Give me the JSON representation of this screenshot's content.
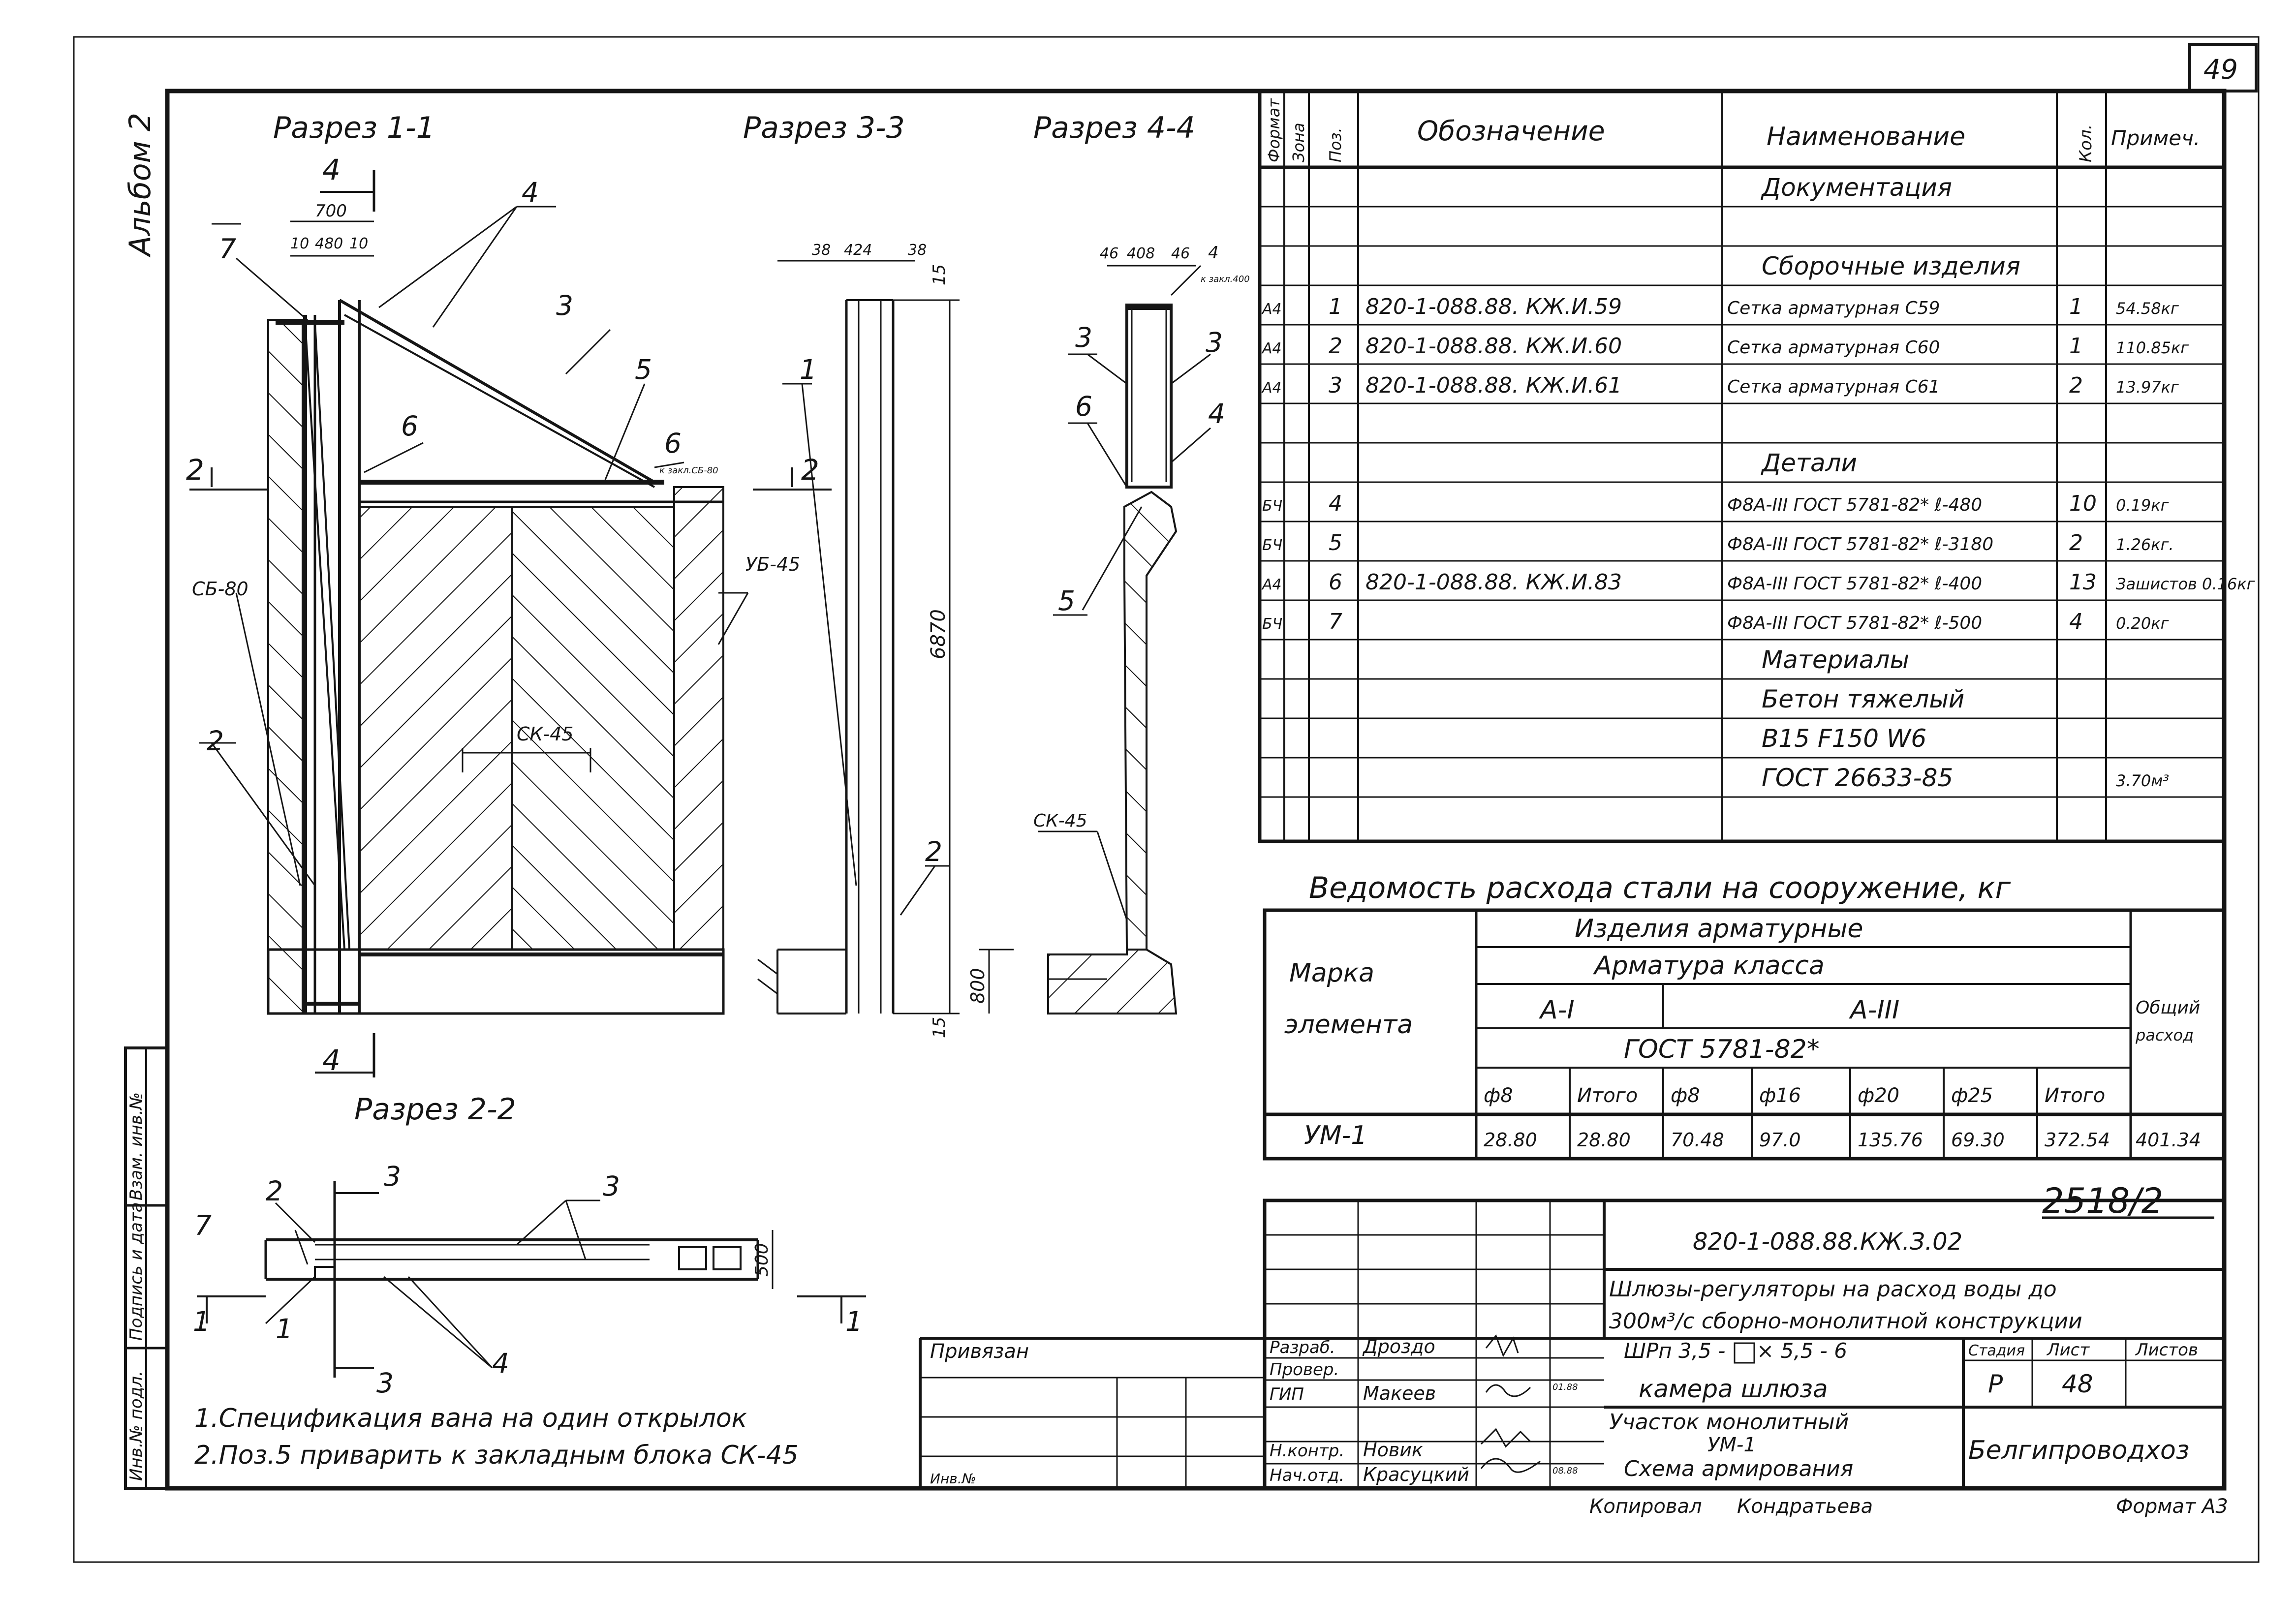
{
  "sheet": {
    "page_number": "49",
    "album": "Альбом 2",
    "side_stamp": [
      "Инв.№ подл.",
      "Подпись и дата",
      "Взам. инв.№"
    ],
    "inv_label": "Инв.№"
  },
  "sections": {
    "s11": "Разрез 1-1",
    "s33": "Разрез 3-3",
    "s44": "Разрез 4-4",
    "s22": "Разрез 2-2"
  },
  "dims": {
    "d700": "700",
    "d10a": "10",
    "d480": "480",
    "d10b": "10",
    "d38a": "38",
    "d424": "424",
    "d38b": "38",
    "d46a": "46",
    "d408": "408",
    "d46b": "46",
    "d6870": "6870",
    "d800": "800",
    "d15a": "15",
    "d15b": "15",
    "d500": "500",
    "cut2": "2",
    "cut4": "4",
    "cut3": "3",
    "cut1": "1"
  },
  "callouts": {
    "c1": "1",
    "c2": "2",
    "c3": "3",
    "c4": "4",
    "c5": "5",
    "c6": "6",
    "c7": "7",
    "cb80": "СБ-80",
    "ub45": "УБ-45",
    "ck45": "СК-45",
    "ck45b": "СК-45",
    "c6note": "к закл.СБ-80",
    "c4note": "к закл.400"
  },
  "notes": [
    "1.Спецификация вана на один открылок",
    "2.Поз.5 приварить к закладным блока СК-45"
  ],
  "spec": {
    "headers": {
      "format": "Формат",
      "zone": "Зона",
      "pos": "Поз.",
      "designation": "Обозначение",
      "name": "Наименование",
      "qty": "Кол.",
      "note": "Примеч."
    },
    "rows": [
      {
        "format": "",
        "pos": "",
        "designation": "",
        "name": "Документация",
        "qty": "",
        "note": ""
      },
      {
        "format": "",
        "pos": "",
        "designation": "",
        "name": "",
        "qty": "",
        "note": ""
      },
      {
        "format": "",
        "pos": "",
        "designation": "",
        "name": "Сборочные изделия",
        "qty": "",
        "note": ""
      },
      {
        "format": "А4",
        "pos": "1",
        "designation": "820-1-088.88. КЖ.И.59",
        "name": "Сетка арматурная С59",
        "qty": "1",
        "note": "54.58кг"
      },
      {
        "format": "А4",
        "pos": "2",
        "designation": "820-1-088.88. КЖ.И.60",
        "name": "Сетка арматурная С60",
        "qty": "1",
        "note": "110.85кг"
      },
      {
        "format": "А4",
        "pos": "3",
        "designation": "820-1-088.88. КЖ.И.61",
        "name": "Сетка арматурная С61",
        "qty": "2",
        "note": "13.97кг"
      },
      {
        "format": "",
        "pos": "",
        "designation": "",
        "name": "",
        "qty": "",
        "note": ""
      },
      {
        "format": "",
        "pos": "",
        "designation": "",
        "name": "Детали",
        "qty": "",
        "note": ""
      },
      {
        "format": "БЧ",
        "pos": "4",
        "designation": "",
        "name": "Ф8А-III ГОСТ 5781-82* ℓ-480",
        "qty": "10",
        "note": "0.19кг"
      },
      {
        "format": "БЧ",
        "pos": "5",
        "designation": "",
        "name": "Ф8А-III ГОСТ 5781-82* ℓ-3180",
        "qty": "2",
        "note": "1.26кг."
      },
      {
        "format": "А4",
        "pos": "6",
        "designation": "820-1-088.88. КЖ.И.83",
        "name": "Ф8А-III ГОСТ 5781-82* ℓ-400",
        "qty": "13",
        "note": "Зашистов 0.16кг"
      },
      {
        "format": "БЧ",
        "pos": "7",
        "designation": "",
        "name": "Ф8А-III ГОСТ 5781-82* ℓ-500",
        "qty": "4",
        "note": "0.20кг"
      },
      {
        "format": "",
        "pos": "",
        "designation": "",
        "name": "Материалы",
        "qty": "",
        "note": ""
      },
      {
        "format": "",
        "pos": "",
        "designation": "",
        "name": "Бетон тяжелый",
        "qty": "",
        "note": ""
      },
      {
        "format": "",
        "pos": "",
        "designation": "",
        "name": "В15 F150 W6",
        "qty": "",
        "note": ""
      },
      {
        "format": "",
        "pos": "",
        "designation": "",
        "name": "ГОСТ 26633-85",
        "qty": "",
        "note": "3.70м³"
      },
      {
        "format": "",
        "pos": "",
        "designation": "",
        "name": "",
        "qty": "",
        "note": ""
      }
    ]
  },
  "steel": {
    "title": "Ведомость расхода стали на сооружение, кг",
    "mark_label_1": "Марка",
    "mark_label_2": "элемента",
    "products": "Изделия арматурные",
    "rebar_class": "Арматура класса",
    "class_a1": "А-I",
    "class_a3": "А-III",
    "gost": "ГОСТ 5781-82*",
    "total_label_1": "Общий",
    "total_label_2": "расход",
    "cols": [
      "ф8",
      "Итого",
      "ф8",
      "ф16",
      "ф20",
      "ф25",
      "Итого"
    ],
    "row": {
      "mark": "УМ-1",
      "values": [
        "28.80",
        "28.80",
        "70.48",
        "97.0",
        "135.76",
        "69.30",
        "372.54"
      ],
      "total": "401.34"
    }
  },
  "stamp": {
    "number": "2518/2",
    "designation": "820-1-088.88.КЖ.З.02",
    "title_1": "Шлюзы-регуляторы на расход воды до",
    "title_2": "300м³/с сборно-монолитной конструкции",
    "size_text_a": "ШРп 3,5 -",
    "size_text_b": "× 5,5 - 6",
    "chamber": "камера шлюза",
    "sheet_name_1": "Участок монолитный",
    "sheet_name_2": "УМ-1",
    "sheet_name_3": "Схема армирования",
    "stage_label": "Стадия",
    "sheet_label": "Лист",
    "sheets_label": "Листов",
    "stage": "Р",
    "sheet": "48",
    "sheets": "",
    "org": "Белгипроводхоз",
    "linked": "Привязан",
    "roles": [
      {
        "role": "Разраб.",
        "name": "Дроздо"
      },
      {
        "role": "Провер.",
        "name": ""
      },
      {
        "role": "ГИП",
        "name": "Макеев"
      },
      {
        "role": "",
        "name": ""
      },
      {
        "role": "Н.контр.",
        "name": "Новик"
      },
      {
        "role": "Нач.отд.",
        "name": "Красуцкий"
      }
    ],
    "dates": [
      "01.88",
      "08.88"
    ],
    "copied": "Копировал",
    "copier": "Кондратьева",
    "format": "Формат А3"
  }
}
